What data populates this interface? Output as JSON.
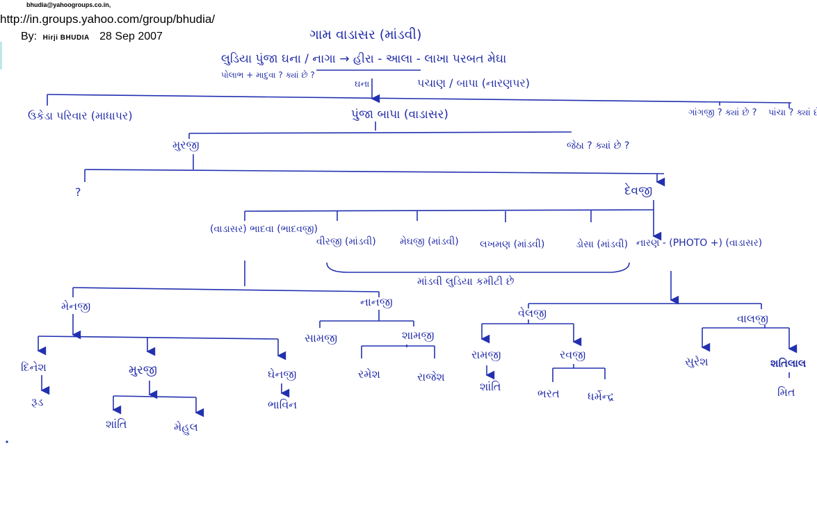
{
  "header": {
    "email": "bhudia@yahoogroups.co.in,",
    "url": "http://in.groups.yahoo.com/group/bhudia/",
    "by_prefix": "By:",
    "author": "Hirji BHUDIA",
    "date": "28 Sep 2007"
  },
  "diagram": {
    "title": "ગામ વાડાસર (માંડવી)",
    "ancestors_line": "લુડિયા પુંજા ઘના / નાગા → હીરા - આલા - લાખા પરબત મેઘા",
    "ancestors_left": "પોલાભ + માદુવા ? ક્યાં છે ?",
    "ancestors_mid": "ઘના",
    "ancestors_right": "પચાણ / બાપા (નારણપર)",
    "level1": {
      "left": "ઉકેડા પરિવાર (માધાપર)",
      "center": "પુંજા બાપા (વાડાસર)",
      "right1": "ગાંગજી ? ક્યાં છે ?",
      "right2": "પાંચા ? ક્યાં છે ?"
    },
    "level2": {
      "left": "મુરજી",
      "right": "જેઠા ? ક્યાં છે ?"
    },
    "level3": {
      "left": "?",
      "right": "દેવજી"
    },
    "level4": {
      "c1": "(વાડાસર) ભાદવા (ભાદવજી)",
      "c2": "વીરજી (માંડવી)",
      "c3": "મેઘજી (માંડવી)",
      "c4": "લખમણ (માંડવી)",
      "c5": "ડોસા (માંડવી)",
      "c6": "નારણ - (PHOTO +) (વાડાસર)",
      "group_note": "માંડવી લુડિયા કમીટી છે"
    },
    "level5": {
      "a": "મેનજી",
      "b": "નાનજી",
      "c": "વેલજી",
      "d": "વાલજી"
    },
    "level6": {
      "a1": "દિનેશ",
      "a2": "મુરજી",
      "a3": "ઘેનજી",
      "b1": "સામજી",
      "b2": "શામજી",
      "c1": "રામજી",
      "c2": "રવજી",
      "d1": "સુરેશ",
      "d2": "શતિલાલ"
    },
    "level7": {
      "a1c": "રૂડ",
      "a2c1": "શાંતિ",
      "a2c2": "મેહુલ",
      "a3c": "ભાવિન",
      "b2c1": "રમેશ",
      "b2c2": "રાજેશ",
      "c1c": "શાંતિ",
      "c2c1": "ભરત",
      "c2c2": "ધર્મેન્દ્ર",
      "d2c": "મિત"
    }
  }
}
